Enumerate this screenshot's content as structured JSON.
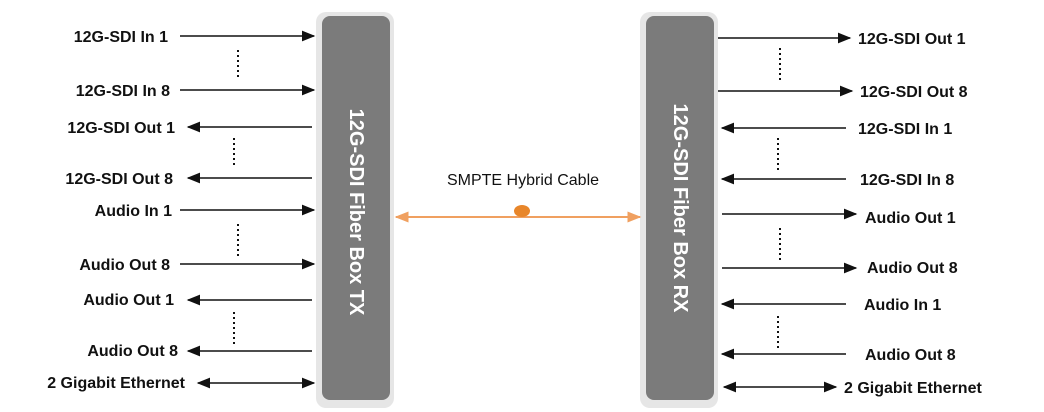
{
  "tx_box": {
    "title": "12G-SDI Fiber Box TX"
  },
  "rx_box": {
    "title": "12G-SDI Fiber Box RX"
  },
  "cable": {
    "label": "SMPTE Hybrid Cable",
    "color": "#f4a460"
  },
  "colors": {
    "box_fill": "#7b7b7b",
    "box_shadow": "#e6e6e6",
    "arrow": "#111111",
    "cable": "#f0a060",
    "cable_dot": "#e8862a"
  },
  "tx_ports": [
    {
      "label": "12G-SDI In 1",
      "direction": "in"
    },
    {
      "label": "12G-SDI In 8",
      "direction": "in"
    },
    {
      "label": "12G-SDI Out 1",
      "direction": "out"
    },
    {
      "label": "12G-SDI Out 8",
      "direction": "out"
    },
    {
      "label": "Audio In 1",
      "direction": "in"
    },
    {
      "label": "Audio Out 8",
      "direction": "in"
    },
    {
      "label": "Audio Out 1",
      "direction": "out"
    },
    {
      "label": "Audio Out 8",
      "direction": "out"
    },
    {
      "label": "2 Gigabit Ethernet",
      "direction": "both"
    }
  ],
  "rx_ports": [
    {
      "label": "12G-SDI Out 1",
      "direction": "out"
    },
    {
      "label": "12G-SDI Out 8",
      "direction": "out"
    },
    {
      "label": "12G-SDI In 1",
      "direction": "in"
    },
    {
      "label": "12G-SDI In 8",
      "direction": "in"
    },
    {
      "label": "Audio Out 1",
      "direction": "out"
    },
    {
      "label": "Audio Out 8",
      "direction": "out"
    },
    {
      "label": "Audio In 1",
      "direction": "in"
    },
    {
      "label": "Audio Out 8",
      "direction": "in"
    },
    {
      "label": "2 Gigabit Ethernet",
      "direction": "both"
    }
  ]
}
